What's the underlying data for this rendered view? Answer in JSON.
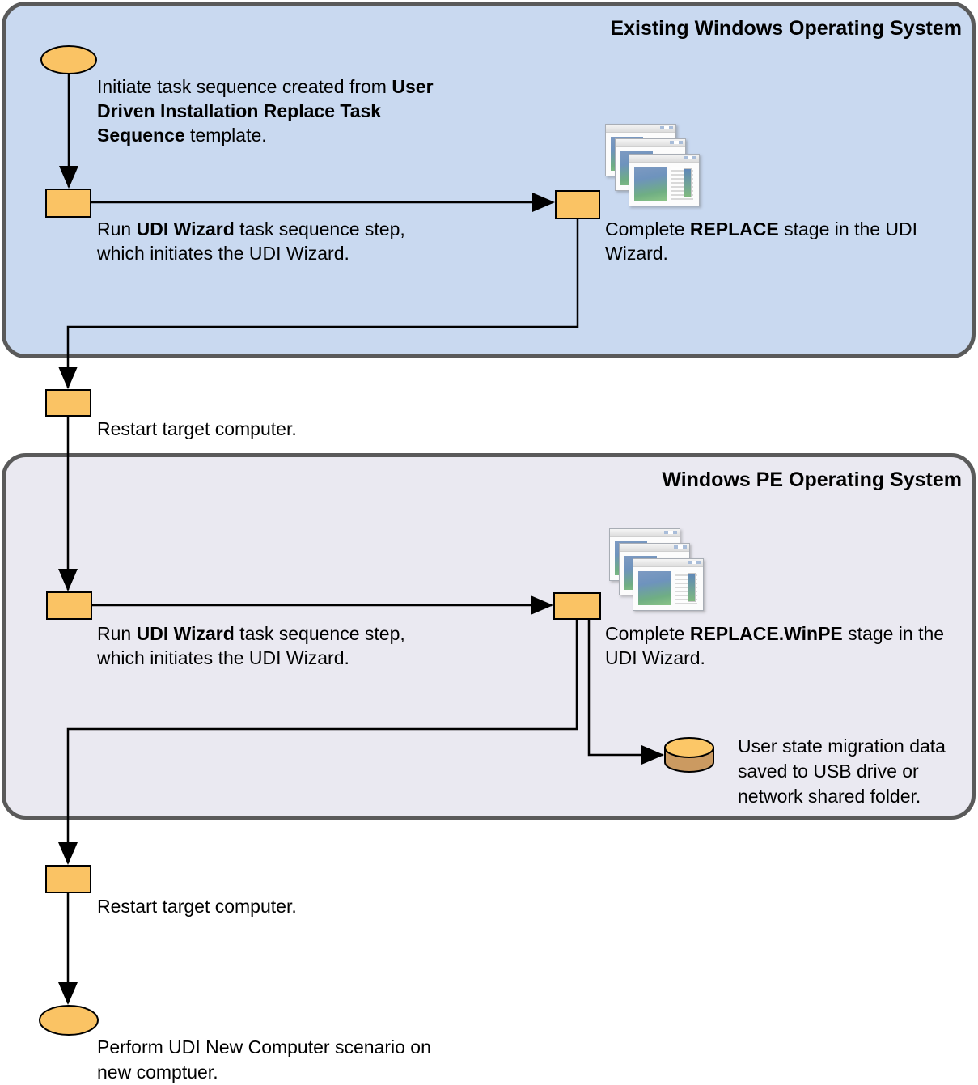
{
  "containers": {
    "existing_windows": {
      "title": "Existing Windows Operating System",
      "fill": "#c9d9f0"
    },
    "windows_pe": {
      "title": "Windows PE Operating System",
      "fill": "#eae9f1"
    }
  },
  "colors": {
    "container_border": "#5a5a5a",
    "process_fill": "#fac364",
    "shape_outline": "#000000",
    "connector": "#000000",
    "cylinder_body": "#cb9a61",
    "cylinder_top": "#fcc767"
  },
  "icons": {
    "udi_wizard_stage_1": "cascading-windows-icon",
    "udi_wizard_stage_2": "cascading-windows-icon",
    "migration_store": "database-cylinder-icon",
    "terminator": "ellipse-terminator",
    "process_step": "process-rectangle",
    "arrowhead": "solid-triangle-arrow"
  },
  "steps": {
    "initiate": {
      "pre": "Initiate task sequence created from ",
      "bold": "User Driven Installation Replace Task Sequence",
      "post": " template."
    },
    "run_udi_wizard_1": {
      "pre": "Run ",
      "bold": "UDI Wizard",
      "post": " task sequence step, which initiates the UDI Wizard."
    },
    "complete_replace": {
      "pre": "Complete ",
      "bold": "REPLACE",
      "post": " stage in the UDI Wizard."
    },
    "restart_1": {
      "text": "Restart target computer."
    },
    "run_udi_wizard_2": {
      "pre": "Run ",
      "bold": "UDI Wizard",
      "post": " task sequence step, which initiates the UDI Wizard."
    },
    "complete_replace_winpe": {
      "pre": "Complete ",
      "bold": "REPLACE.WinPE",
      "post": " stage in the UDI Wizard."
    },
    "user_state_migration": {
      "text": "User state migration data saved to USB drive or network shared folder."
    },
    "restart_2": {
      "text": "Restart target computer."
    },
    "perform_new_computer": {
      "text": "Perform UDI New Computer scenario on new comptuer."
    }
  }
}
